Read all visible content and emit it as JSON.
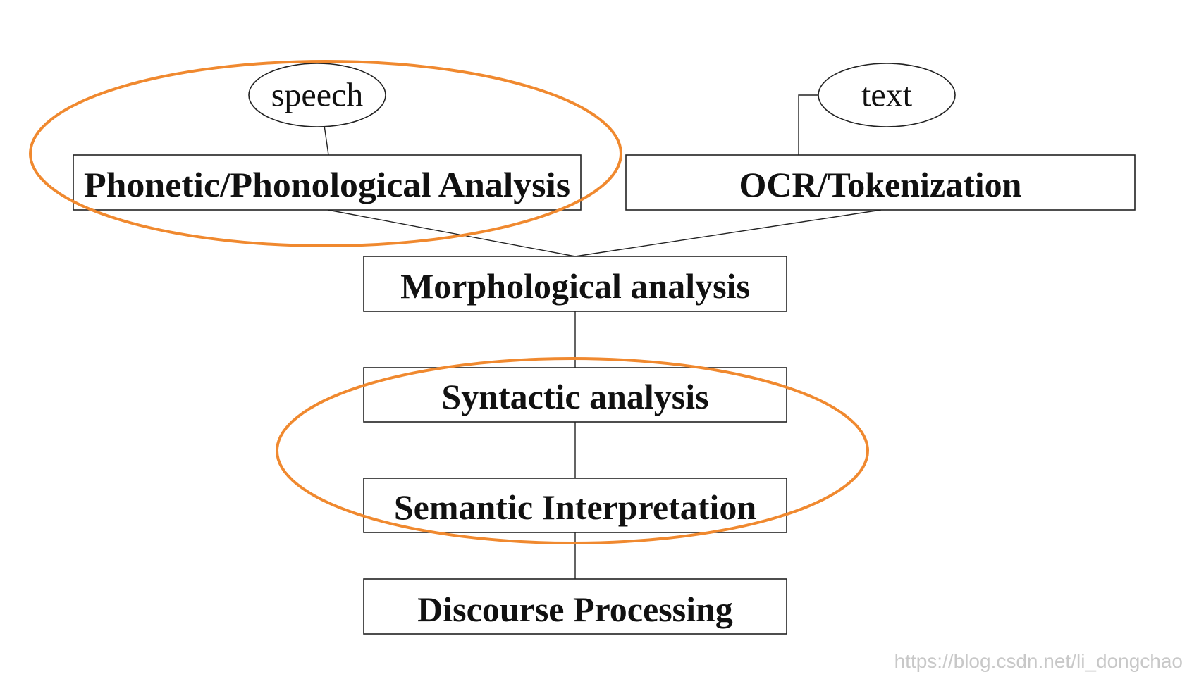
{
  "inputs": {
    "speech": "speech",
    "text": "text"
  },
  "nodes": {
    "phonetic": "Phonetic/Phonological Analysis",
    "ocr": "OCR/Tokenization",
    "morphological": "Morphological analysis",
    "syntactic": "Syntactic analysis",
    "semantic": "Semantic Interpretation",
    "discourse": "Discourse Processing"
  },
  "watermark": "https://blog.csdn.net/li_dongchao",
  "colors": {
    "highlight": "#f0892f",
    "line": "#222222"
  }
}
